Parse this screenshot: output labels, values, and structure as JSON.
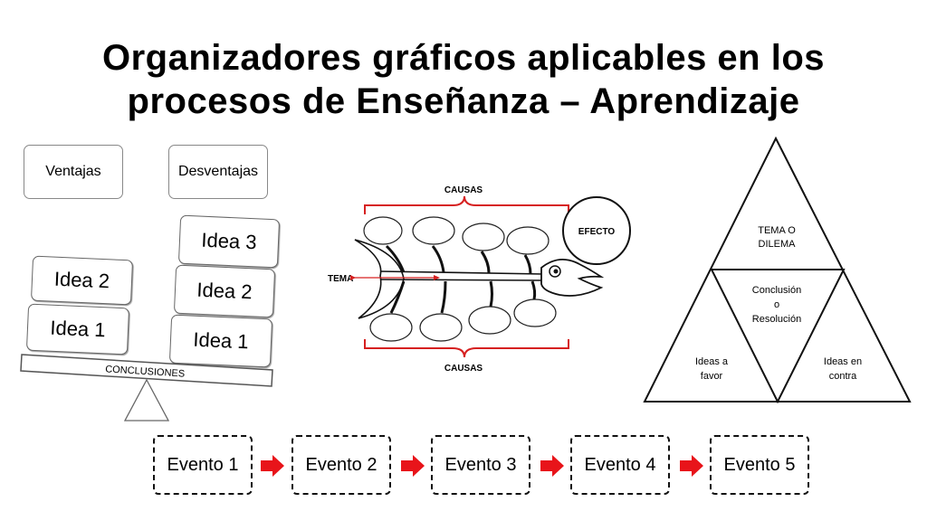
{
  "title": {
    "line1": "Organizadores gráficos aplicables en los",
    "line2": "procesos de Enseñanza – Aprendizaje"
  },
  "balance": {
    "left_header": "Ventajas",
    "right_header": "Desventajas",
    "left_ideas": [
      "Idea 2",
      "Idea 1"
    ],
    "right_ideas": [
      "Idea 3",
      "Idea 2",
      "Idea 1"
    ],
    "beam_label": "CONCLUSIONES"
  },
  "fishbone": {
    "top_label": "CAUSAS",
    "bottom_label": "CAUSAS",
    "head_label": "EFECTO",
    "tail_label": "TEMA"
  },
  "triangle": {
    "top": [
      "TEMA O",
      "DILEMA"
    ],
    "center": [
      "Conclusión",
      "o",
      "Resolución"
    ],
    "left": [
      "Ideas a",
      "favor"
    ],
    "right": [
      "Ideas en",
      "contra"
    ]
  },
  "timeline": {
    "events": [
      "Evento 1",
      "Evento 2",
      "Evento 3",
      "Evento 4",
      "Evento 5"
    ],
    "arrow_color": "#e8141a"
  }
}
